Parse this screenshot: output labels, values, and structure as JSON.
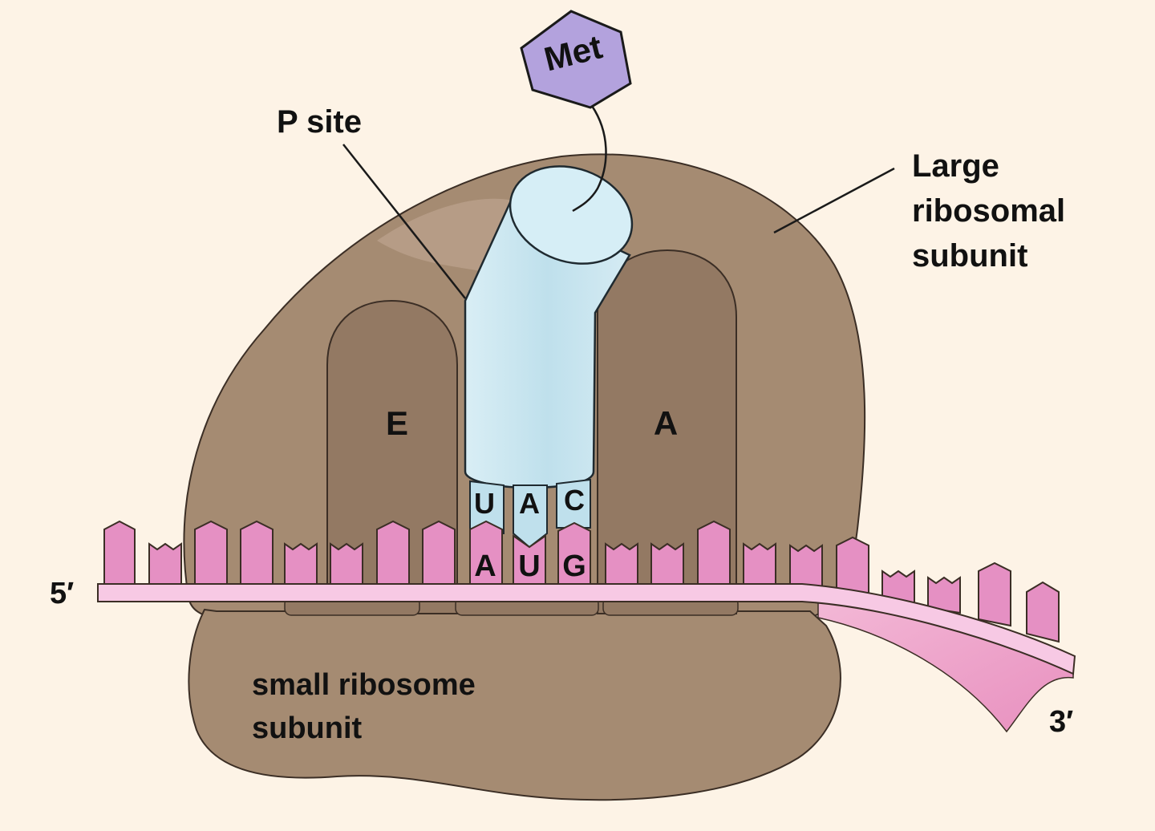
{
  "colors": {
    "background": "#fdf3e6",
    "ribosome": "#a58b72",
    "ribosome_dark": "#8d7560",
    "trna": "#cbe6ef",
    "mrna_backbone": "#f7c9e4",
    "mrna_base": "#e590c3",
    "met": "#b3a2dd",
    "outline": "#3b2e25"
  },
  "labels": {
    "met": "Met",
    "p_site": "P site",
    "large_subunit": [
      "Large",
      "ribosomal",
      "subunit"
    ],
    "small_subunit": [
      "small ribosome",
      "subunit"
    ],
    "e_site": "E",
    "a_site": "A",
    "five_prime": "5′",
    "three_prime": "3′"
  },
  "anticodon": [
    "U",
    "A",
    "C"
  ],
  "codon": [
    "A",
    "U",
    "G"
  ]
}
